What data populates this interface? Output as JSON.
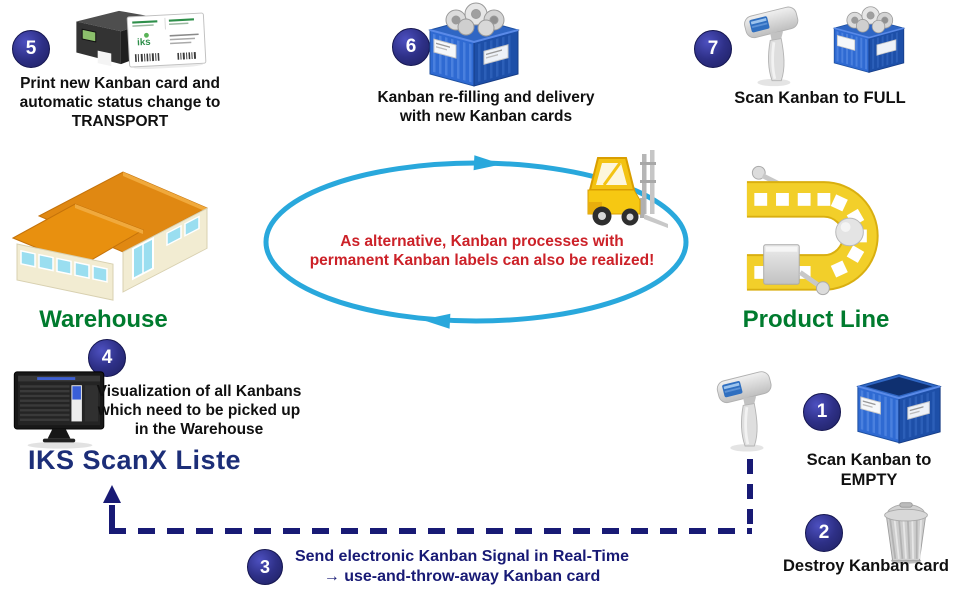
{
  "diagram": {
    "steps": {
      "s1": {
        "number": "1",
        "label": "Scan Kanban to EMPTY"
      },
      "s2": {
        "number": "2",
        "label": "Destroy Kanban card"
      },
      "s3": {
        "number": "3",
        "label": "Send electronic Kanban Signal in Real-Time\n→ use-and-throw-away Kanban card"
      },
      "s4": {
        "number": "4",
        "label": "Visualization of all Kanbans\nwhich need to be picked up\nin the Warehouse"
      },
      "s5": {
        "number": "5",
        "label": "Print new Kanban card and\nautomatic status change to\nTRANSPORT"
      },
      "s6": {
        "number": "6",
        "label": "Kanban re-filling and delivery\nwith new Kanban cards"
      },
      "s7": {
        "number": "7",
        "label": "Scan Kanban to FULL"
      }
    },
    "locations": {
      "warehouse": "Warehouse",
      "product_line": "Product Line"
    },
    "scan_list_title": "IKS ScanX Liste",
    "cycle_note": "As alternative, Kanban processes with\npermanent Kanban labels can also be realized!",
    "card_logo": "iks",
    "colors": {
      "step_circle_navy": "#2e3087",
      "signal_line_navy": "#181a75",
      "cycle_blue": "#29a8dc",
      "note_red": "#cc2128",
      "location_green": "#007b2e",
      "scan_list_navy": "#1c2e78",
      "crate_blue": "#2f6ad2",
      "conveyor_yellow": "#f2cf2a",
      "forklift_yellow": "#f6c812",
      "roof_orange": "#e08812"
    },
    "icons": [
      "printer-icon",
      "kanban-card-icon",
      "full-crate-icon",
      "barcode-scanner-icon",
      "warehouse-icon",
      "forklift-icon",
      "product-line-icon",
      "monitor-icon",
      "empty-crate-icon",
      "trash-icon",
      "cycle-arrows-icon",
      "dashed-signal-line"
    ]
  }
}
